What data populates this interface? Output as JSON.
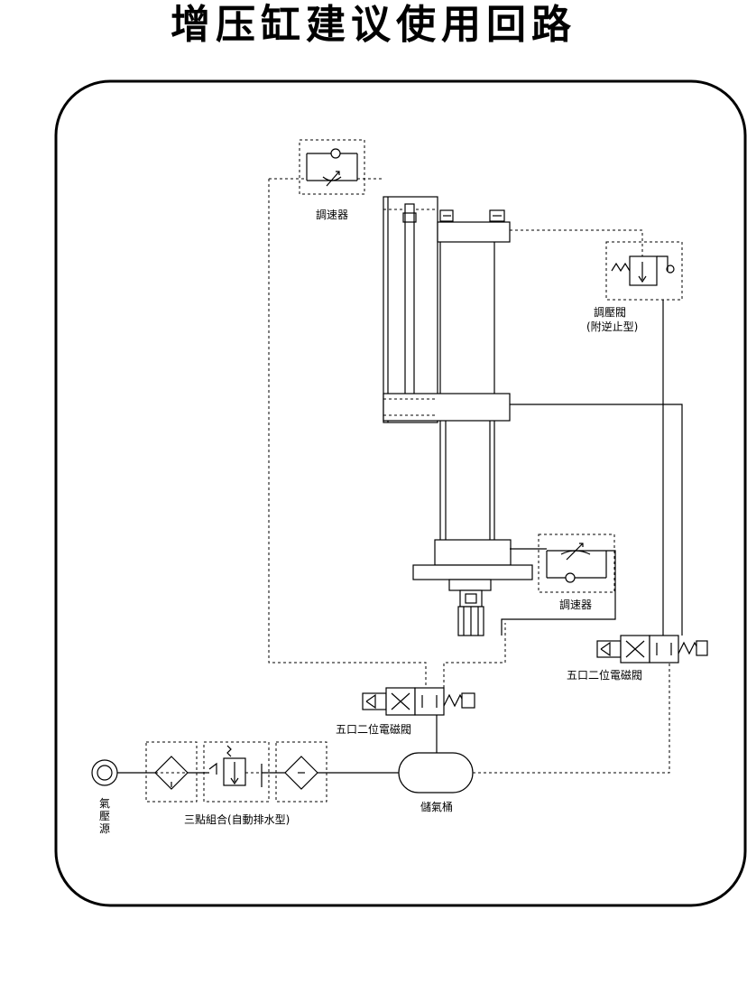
{
  "title": "增压缸建议使用回路",
  "labels": {
    "speed_controller_top": "調速器",
    "pressure_valve_line1": "調壓閥",
    "pressure_valve_line2": "(附逆止型)",
    "speed_controller_bottom": "調速器",
    "solenoid_valve_right": "五口二位電磁閥",
    "solenoid_valve_center": "五口二位電磁閥",
    "air_source_1": "氣",
    "air_source_2": "壓",
    "air_source_3": "源",
    "frl_unit": "三點組合(自動排水型)",
    "air_tank": "儲氣桶"
  }
}
